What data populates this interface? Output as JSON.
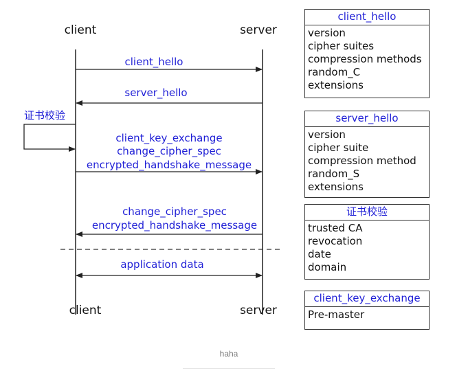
{
  "diagram": {
    "actors": {
      "client": "client",
      "server": "server"
    },
    "messages": [
      {
        "lines": [
          "client_hello"
        ],
        "direction": "to-server"
      },
      {
        "lines": [
          "server_hello"
        ],
        "direction": "to-client"
      },
      {
        "lines": [
          "client_key_exchange",
          "change_cipher_spec",
          "encrypted_handshake_message"
        ],
        "direction": "to-server"
      },
      {
        "lines": [
          "change_cipher_spec",
          "encrypted_handshake_message"
        ],
        "direction": "to-client"
      },
      {
        "lines": [
          "application data"
        ],
        "direction": "both"
      }
    ],
    "self_check_label": "证书校验"
  },
  "panels": [
    {
      "title": "client_hello",
      "items": [
        "version",
        "cipher suites",
        "compression methods",
        "random_C",
        "extensions"
      ]
    },
    {
      "title": "server_hello",
      "items": [
        "version",
        "cipher suite",
        "compression method",
        "random_S",
        "extensions"
      ]
    },
    {
      "title": "证书校验",
      "items": [
        "trusted CA",
        "revocation",
        "date",
        "domain"
      ]
    },
    {
      "title": "client_key_exchange",
      "items": [
        "Pre-master"
      ]
    }
  ],
  "caption": "haha",
  "colors": {
    "label": "#1f1fd6",
    "line": "#222222",
    "text": "#111111"
  }
}
